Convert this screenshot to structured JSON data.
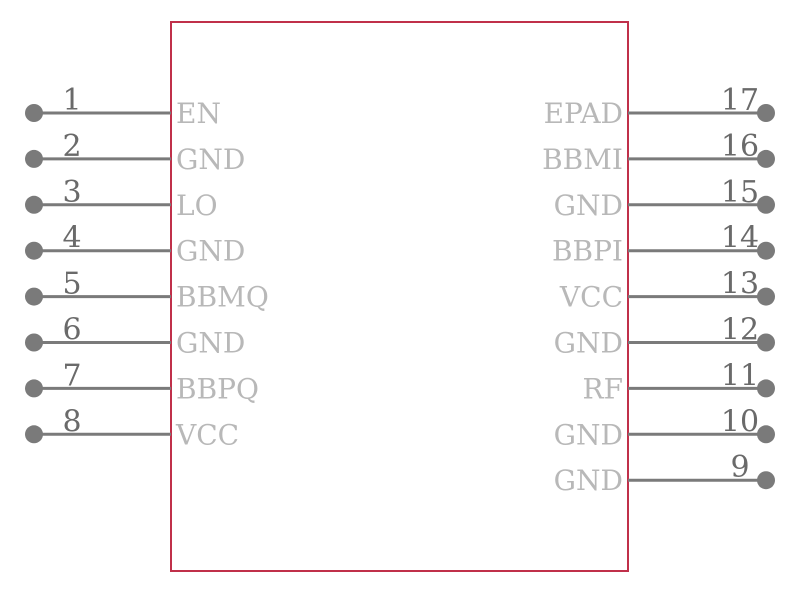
{
  "component": {
    "outline_color": "#c0304a",
    "pin_color": "#7a7a7a",
    "label_color": "#b8b8b8"
  },
  "left_pins": [
    {
      "number": "1",
      "name": "EN"
    },
    {
      "number": "2",
      "name": "GND"
    },
    {
      "number": "3",
      "name": "LO"
    },
    {
      "number": "4",
      "name": "GND"
    },
    {
      "number": "5",
      "name": "BBMQ"
    },
    {
      "number": "6",
      "name": "GND"
    },
    {
      "number": "7",
      "name": "BBPQ"
    },
    {
      "number": "8",
      "name": "VCC"
    }
  ],
  "right_pins": [
    {
      "number": "17",
      "name": "EPAD"
    },
    {
      "number": "16",
      "name": "BBMI"
    },
    {
      "number": "15",
      "name": "GND"
    },
    {
      "number": "14",
      "name": "BBPI"
    },
    {
      "number": "13",
      "name": "VCC"
    },
    {
      "number": "12",
      "name": "GND"
    },
    {
      "number": "11",
      "name": "RF"
    },
    {
      "number": "10",
      "name": "GND"
    },
    {
      "number": "9",
      "name": "GND"
    }
  ]
}
